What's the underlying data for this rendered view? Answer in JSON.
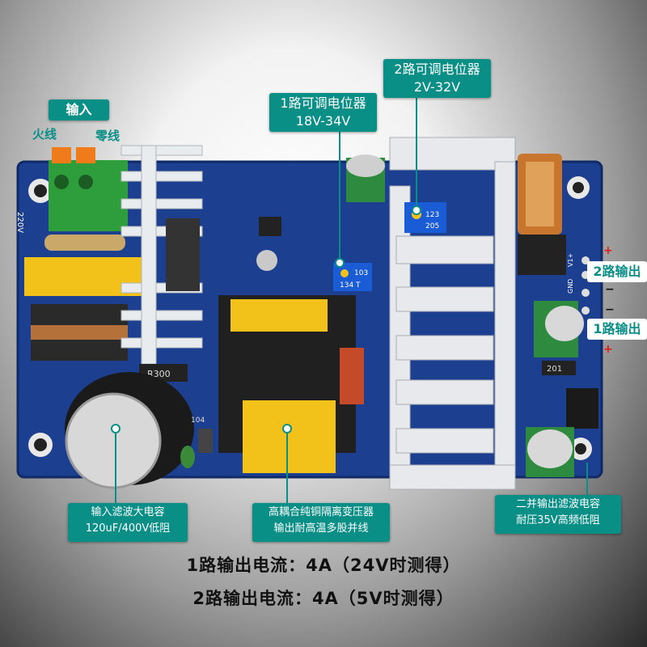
{
  "callouts": {
    "input": "输入",
    "live_wire": "火线",
    "neutral_wire": "零线",
    "pot1_title": "1路可调电位器",
    "pot1_range": "18V-34V",
    "pot2_title": "2路可调电位器",
    "pot2_range": "2V-32V",
    "output2": "2路输出",
    "output1": "1路输出",
    "cap_line1": "输入滤波大电容",
    "cap_line2": "120uF/400V低阻",
    "trans_line1": "高耦合纯铜隔离变压器",
    "trans_line2": "输出耐高温多股并线",
    "outcap_line1": "二并输出滤波电容",
    "outcap_line2": "耐压35V高频低阻"
  },
  "board_markings": {
    "terminal_label": "220V",
    "resistor": "R300",
    "pot1_code": "103",
    "pot1_code2": "134 T",
    "pot2_code": "123",
    "pot2_code2": "205",
    "output_resistor": "201",
    "gnd_label": "GND",
    "v1_label": "V1+",
    "cap_code": "104"
  },
  "footer": {
    "line1": "1路输出电流：4A（24V时测得）",
    "line2": "2路输出电流：4A（5V时测得）"
  },
  "colors": {
    "callout_bg": "#0a8f86",
    "pcb": "#1d3f8f",
    "plus_sign": "#e21a1a"
  }
}
